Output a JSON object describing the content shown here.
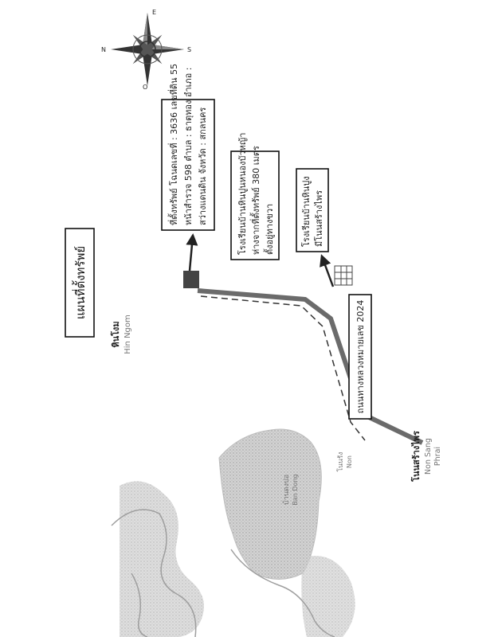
{
  "title": "แผนที่ตั้งทรัพย์",
  "compass": {
    "north": "N",
    "east": "E",
    "south": "S",
    "west": "O"
  },
  "property_box": {
    "line1": "ที่ตั้งทรัพย์ โฉนดเลขที่ : 3636 เลขที่ดิน 55",
    "line2": "หน้าสำรวจ 598 ตำบล : ธาตุทอง อำเภอ :",
    "line3": "สว่างแดนดิน จังหวัด : สกลนคร"
  },
  "school_box": {
    "line1": "โรงเรียนบ้านหินปูนหนองบัวหญ้า",
    "line2": "ห่างจากที่ตั้งทรัพย์ 380 เมตร",
    "line3": "ตั้งอยู่ทางขวา"
  },
  "temple_box": {
    "line1": "โรงเรียนบ้านหินปูง",
    "line2": "มีโนนสร้างไพร"
  },
  "road_label": "ถนนทางหลวงหมายเลข 2024",
  "places": {
    "hin_ngom_th": "หินโงม",
    "hin_ngom_en": "Hin Ngom",
    "non_sang_phrai_th": "โนนสร้างไพร",
    "non_sang_phrai_en1": "Non Sang",
    "non_sang_phrai_en2": "Phrai",
    "village_a_th": "บ้านดงปอ",
    "village_a_en": "Ban Dong",
    "village_b_th": "โนนรัง",
    "village_b_en": "Non"
  }
}
